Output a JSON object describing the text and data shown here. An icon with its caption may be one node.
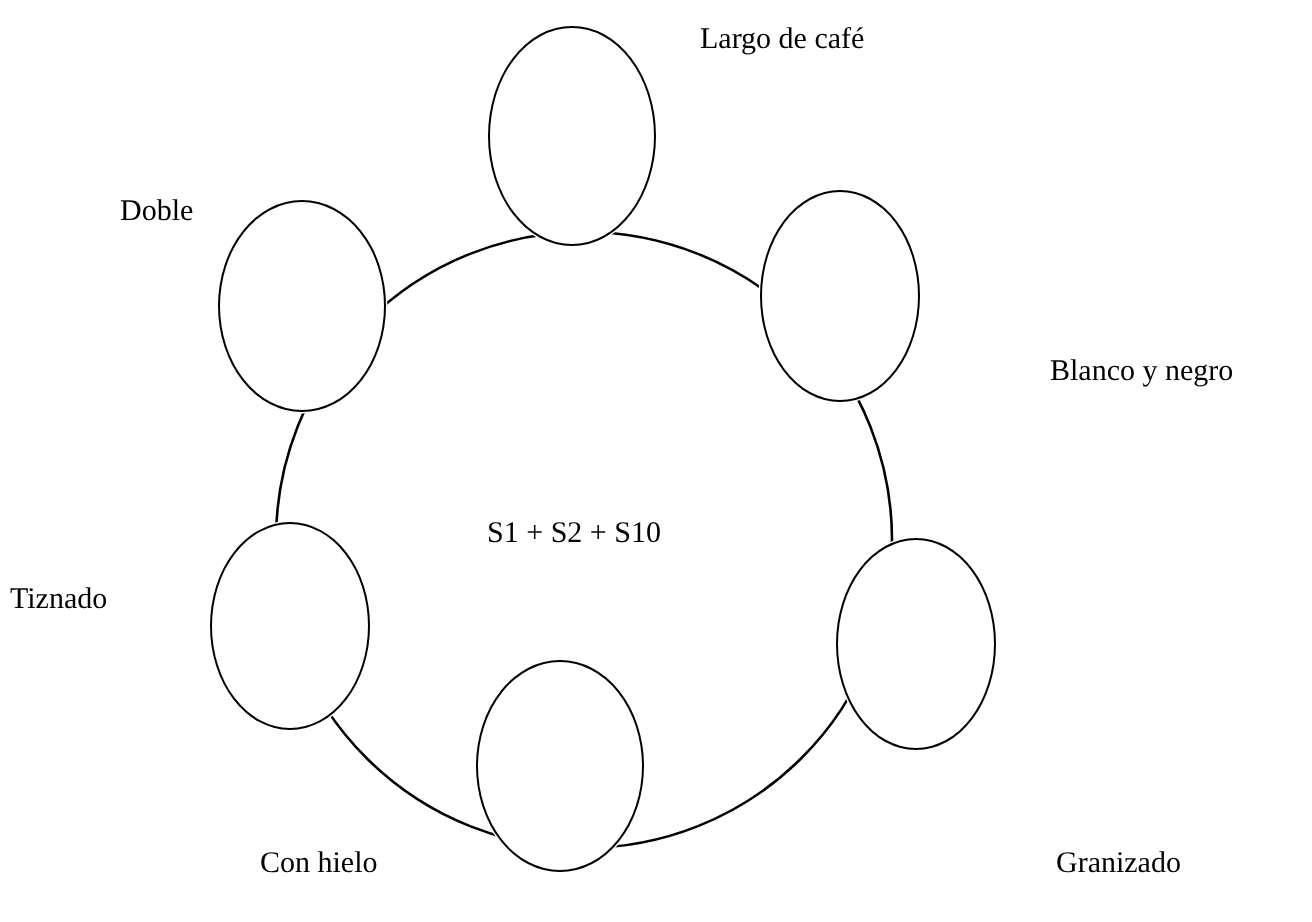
{
  "diagram": {
    "nodes": [
      {
        "text": [
          "S1 + S2 + S10"
        ]
      },
      {
        "text": [],
        "shape": "circle"
      },
      {
        "text": [],
        "shape": "circle"
      },
      {
        "text": [],
        "shape": "circle"
      },
      {
        "text": [],
        "shape": "circle"
      },
      {
        "text": [],
        "shape": "circle"
      },
      {
        "text": [],
        "shape": "circle"
      }
    ],
    "labels": [
      "Largo de café",
      "Doble",
      "Blanco y negro",
      "Tiznado",
      "Con hielo",
      "Granizado"
    ]
  }
}
